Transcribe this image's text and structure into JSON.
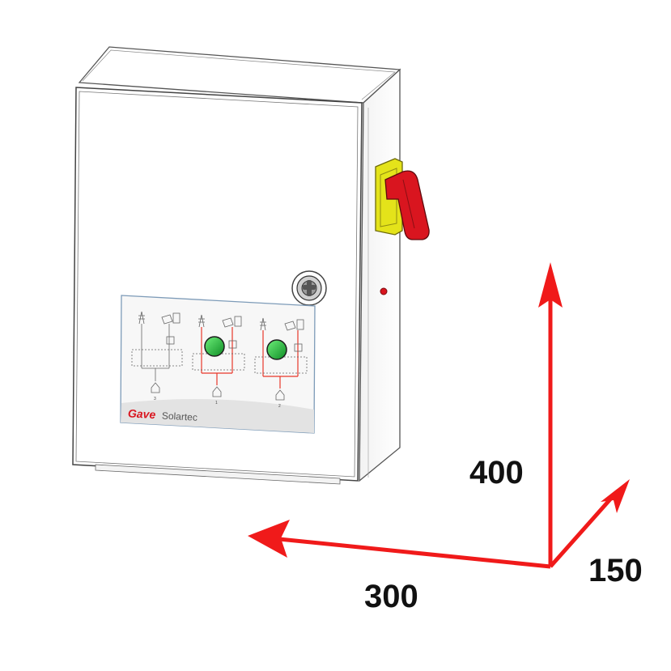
{
  "dimensions": {
    "height": "400",
    "width": "300",
    "depth": "150"
  },
  "label_panel": {
    "brand_name": "Gave",
    "brand_suffix": "Solartec",
    "circuit_numbers": [
      "3",
      "1",
      "2"
    ]
  },
  "colors": {
    "dimension_arrows": "#f01a1a",
    "enclosure_outline": "#555555",
    "enclosure_fill": "#ffffff",
    "switch_handle": "#d9151f",
    "switch_base": "#e4e31a",
    "indicator_lamp": "#1fbf3a",
    "circuit_active": "#e8372a",
    "brand": "#d9151f"
  }
}
